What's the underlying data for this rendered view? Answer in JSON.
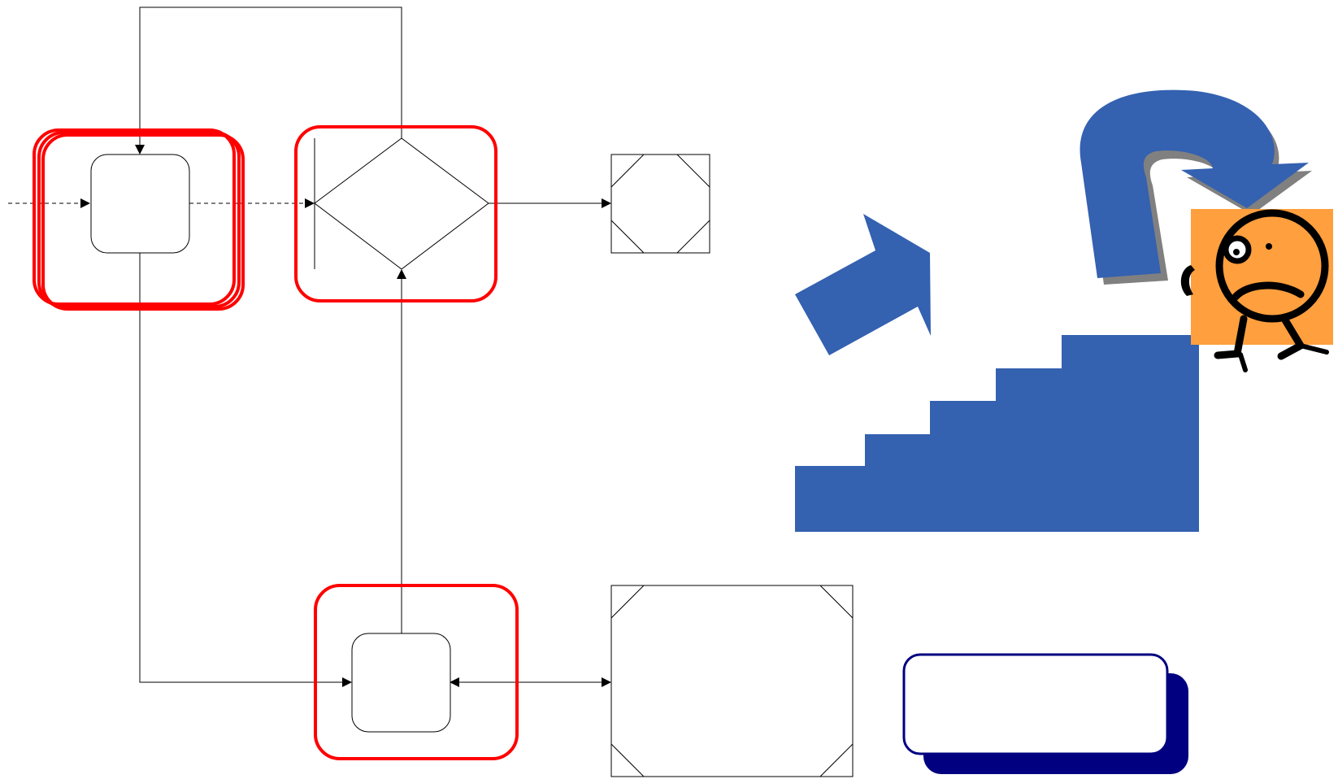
{
  "diagram": {
    "colors": {
      "highlight": "#ff0000",
      "arrow_blue": "#3461b0",
      "arrow_shadow": "#808080",
      "stairs": "#3461b0",
      "character_square": "#ff9f3d",
      "character_face": "#ff9f3d",
      "character_line": "#000000",
      "callout_shadow": "#000080",
      "callout_border": "#000080",
      "node_stroke": "#000000",
      "node_fill": "#ffffff"
    },
    "nodes": [
      {
        "id": "task-top-left",
        "shape": "rounded-rect",
        "label": ""
      },
      {
        "id": "gateway-diamond",
        "shape": "diamond",
        "label": ""
      },
      {
        "id": "end-event-top",
        "shape": "octagon-box",
        "label": ""
      },
      {
        "id": "task-bottom",
        "shape": "rounded-rect",
        "label": ""
      },
      {
        "id": "data-box-large",
        "shape": "octagon-box",
        "label": ""
      }
    ],
    "illustration": {
      "icons": [
        "up-right-arrow-icon",
        "u-turn-arrow-icon",
        "stairs-icon",
        "frustrated-character-icon"
      ]
    },
    "callout": {
      "text": ""
    }
  }
}
